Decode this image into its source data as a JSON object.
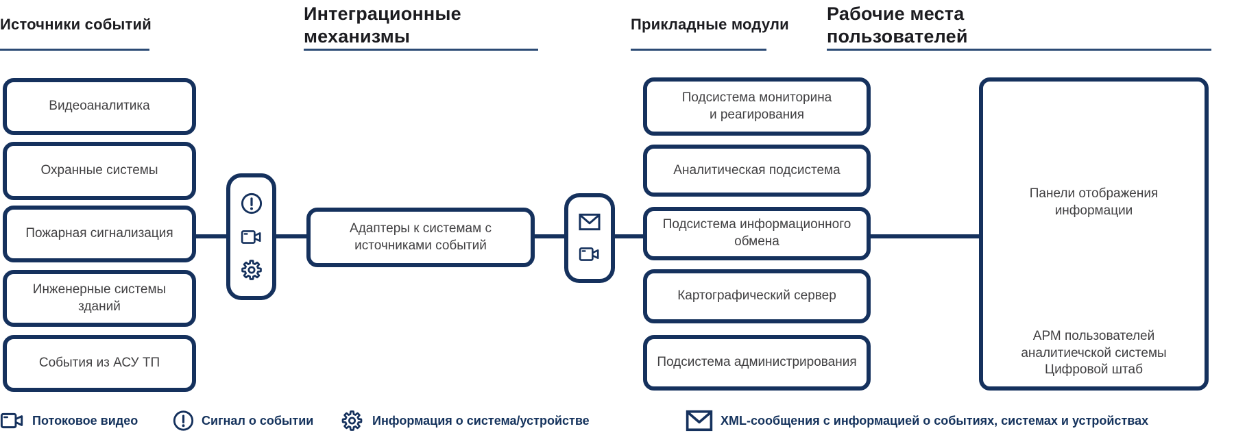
{
  "colors": {
    "line": "#15315D",
    "underline": "#2B4A74",
    "header_text": "#1C1C20",
    "box_text": "#414042",
    "legend_text": "#14325C",
    "background": "#FFFFFF"
  },
  "headers": [
    {
      "label": "Источники событий"
    },
    {
      "label": "Интеграционные\nмеханизмы"
    },
    {
      "label": "Прикладные модули"
    },
    {
      "label": "Рабочие места\nпользователей"
    }
  ],
  "sources": {
    "items": [
      "Видеоаналитика",
      "Охранные системы",
      "Пожарная сигнализация",
      "Инженерные системы\nзданий",
      "События из АСУ ТП"
    ]
  },
  "integration": {
    "adapter_label": "Адаптеры к системам с\nисточниками событий",
    "left_icon_stack": [
      "alert-icon",
      "video-camera-icon",
      "gear-icon"
    ],
    "right_icon_stack": [
      "envelope-icon",
      "video-camera-icon"
    ]
  },
  "modules": {
    "items": [
      "Подсистема мониторина\nи реагирования",
      "Аналитическая подсистема",
      "Подсистема информационного\nобмена",
      "Картографический сервер",
      "Подсистема администрирования"
    ]
  },
  "workstations": {
    "panel_label": "Панели отображения\nинформации",
    "arm_label": "АРМ пользователей\nаналитиечской системы\nЦифровой штаб"
  },
  "legend": {
    "items": [
      {
        "icon": "video-camera-icon",
        "label": "Потоковое видео"
      },
      {
        "icon": "alert-icon",
        "label": "Сигнал о событии"
      },
      {
        "icon": "gear-icon",
        "label": "Информация о система/устройстве"
      },
      {
        "icon": "envelope-icon",
        "label": "XML-сообщения с информацией о событиях, системах и устройствах"
      }
    ]
  }
}
